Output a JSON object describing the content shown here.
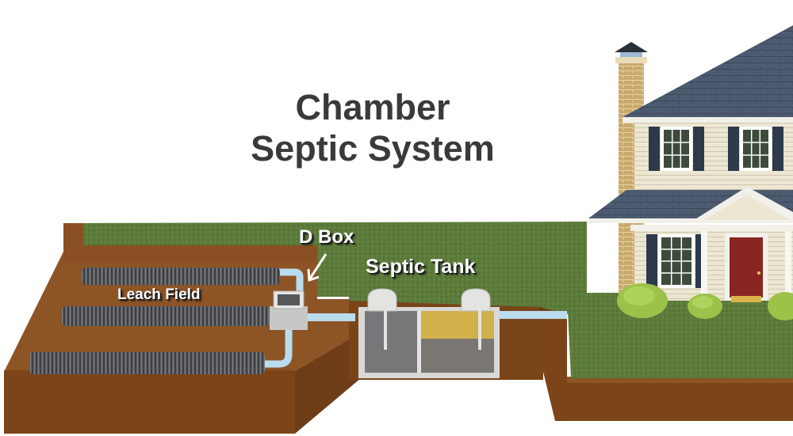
{
  "title": {
    "line1": "Chamber",
    "line2": "Septic System"
  },
  "labels": {
    "d_box": "D Box",
    "septic_tank": "Septic Tank",
    "leach_field": "Leach Field"
  },
  "colors": {
    "title_text": "#3a3a3c",
    "soil": "#8a4f22",
    "soil_dark": "#6e3c17",
    "grass": "#5b7a3a",
    "pipe_water": "#b9dcee",
    "chamber": "#55575a",
    "tank_concrete": "#d8d8d6",
    "sludge": "#d2b04a",
    "roof": "#4d5b70",
    "siding": "#ece6d2",
    "shutter": "#2d3a4c",
    "door": "#8a2622",
    "brick": "#c9a86a",
    "shrub": "#9cc24a"
  },
  "components": [
    {
      "name": "house",
      "description": "two-story house with chimney"
    },
    {
      "name": "septic-tank",
      "description": "two-compartment tank with scum layer and sludge"
    },
    {
      "name": "distribution-box",
      "description": "D box splitting flow to chambers"
    },
    {
      "name": "leach-field",
      "chambers": 3
    }
  ]
}
